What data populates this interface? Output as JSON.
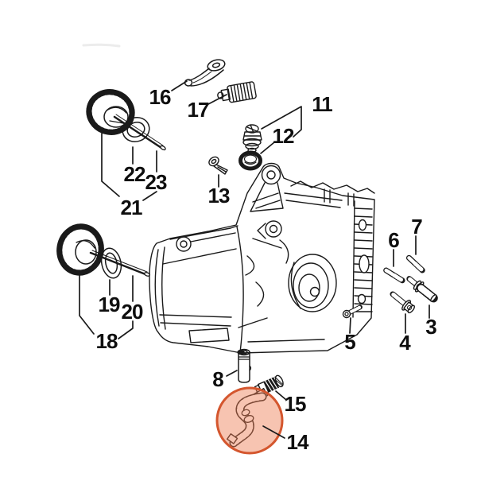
{
  "diagram": {
    "kind": "exploded-parts-diagram",
    "background_color": "#ffffff",
    "line_color": "#1a1a1a",
    "highlight": {
      "highlighted_part": "14",
      "fill": "rgba(238,125,82,0.45)",
      "stroke": "#d4562e"
    }
  },
  "callouts": [
    {
      "id": "16",
      "label": "16"
    },
    {
      "id": "17",
      "label": "17"
    },
    {
      "id": "11",
      "label": "11"
    },
    {
      "id": "12",
      "label": "12"
    },
    {
      "id": "13",
      "label": "13"
    },
    {
      "id": "22",
      "label": "22"
    },
    {
      "id": "23",
      "label": "23"
    },
    {
      "id": "21",
      "label": "21"
    },
    {
      "id": "19",
      "label": "19"
    },
    {
      "id": "20",
      "label": "20"
    },
    {
      "id": "18",
      "label": "18"
    },
    {
      "id": "7",
      "label": "7"
    },
    {
      "id": "6",
      "label": "6"
    },
    {
      "id": "3",
      "label": "3"
    },
    {
      "id": "4",
      "label": "4"
    },
    {
      "id": "5",
      "label": "5"
    },
    {
      "id": "8",
      "label": "8"
    },
    {
      "id": "15",
      "label": "15"
    },
    {
      "id": "14",
      "label": "14"
    }
  ]
}
